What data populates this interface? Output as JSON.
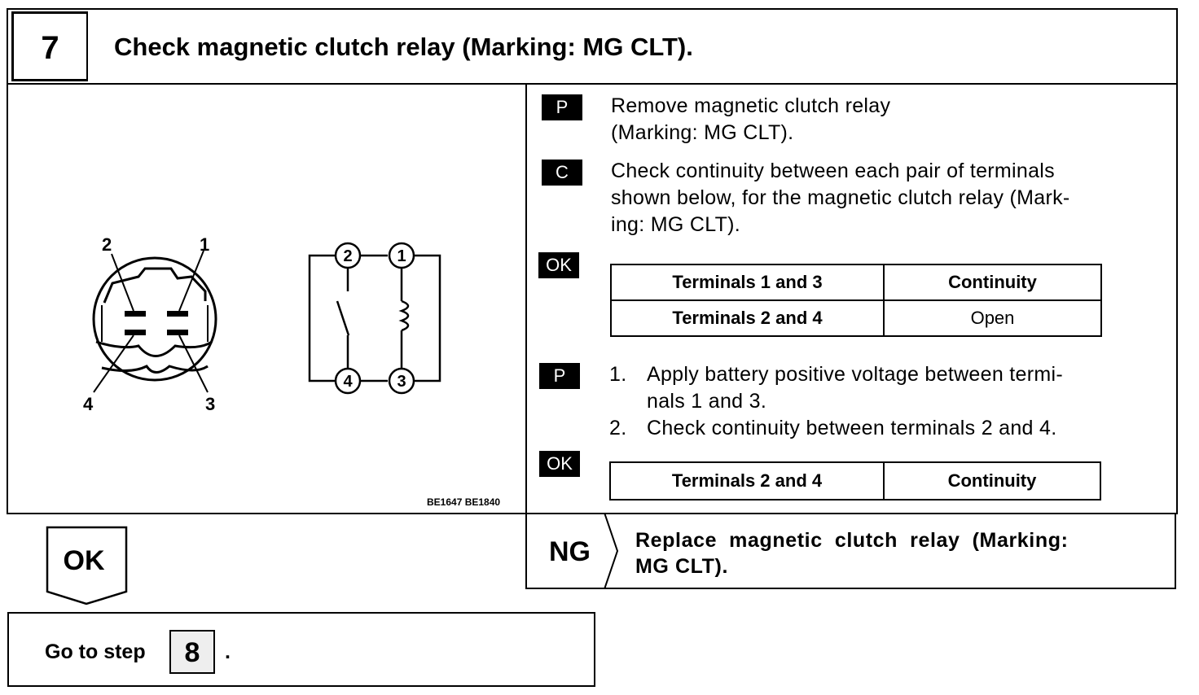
{
  "step": {
    "number": "7",
    "title": "Check magnetic clutch relay (Marking:  MG CLT)."
  },
  "diagram": {
    "connector_labels": [
      "1",
      "2",
      "3",
      "4"
    ],
    "schematic_labels": [
      "1",
      "2",
      "3",
      "4"
    ],
    "figure_code": "BE1647 BE1840"
  },
  "instructions": [
    {
      "tag": "P",
      "lines": [
        "Remove magnetic clutch relay",
        "(Marking:   MG CLT)."
      ]
    },
    {
      "tag": "C",
      "lines": [
        "Check continuity between each pair of terminals",
        "shown below, for the magnetic clutch relay (Mark-",
        "ing:   MG CLT)."
      ]
    }
  ],
  "ok_tag_1": "OK",
  "table1": [
    [
      "Terminals 1 and 3",
      "Continuity"
    ],
    [
      "Terminals 2 and 4",
      "Open"
    ]
  ],
  "p_tag_2": "P",
  "steps2": [
    {
      "num": "1.",
      "text": "Apply battery positive voltage between termi-",
      "cont": "nals 1 and 3."
    },
    {
      "num": "2.",
      "text": "Check continuity between terminals 2 and 4."
    }
  ],
  "ok_tag_2": "OK",
  "table2": [
    [
      "Terminals 2 and 4",
      "Continuity"
    ]
  ],
  "ng": {
    "label": "NG",
    "line1": "Replace  magnetic  clutch  relay  (Marking:",
    "line2": "MG CLT)."
  },
  "ok_result": {
    "label": "OK"
  },
  "goto": {
    "text": "Go to step",
    "step": "8",
    "suffix": "."
  }
}
